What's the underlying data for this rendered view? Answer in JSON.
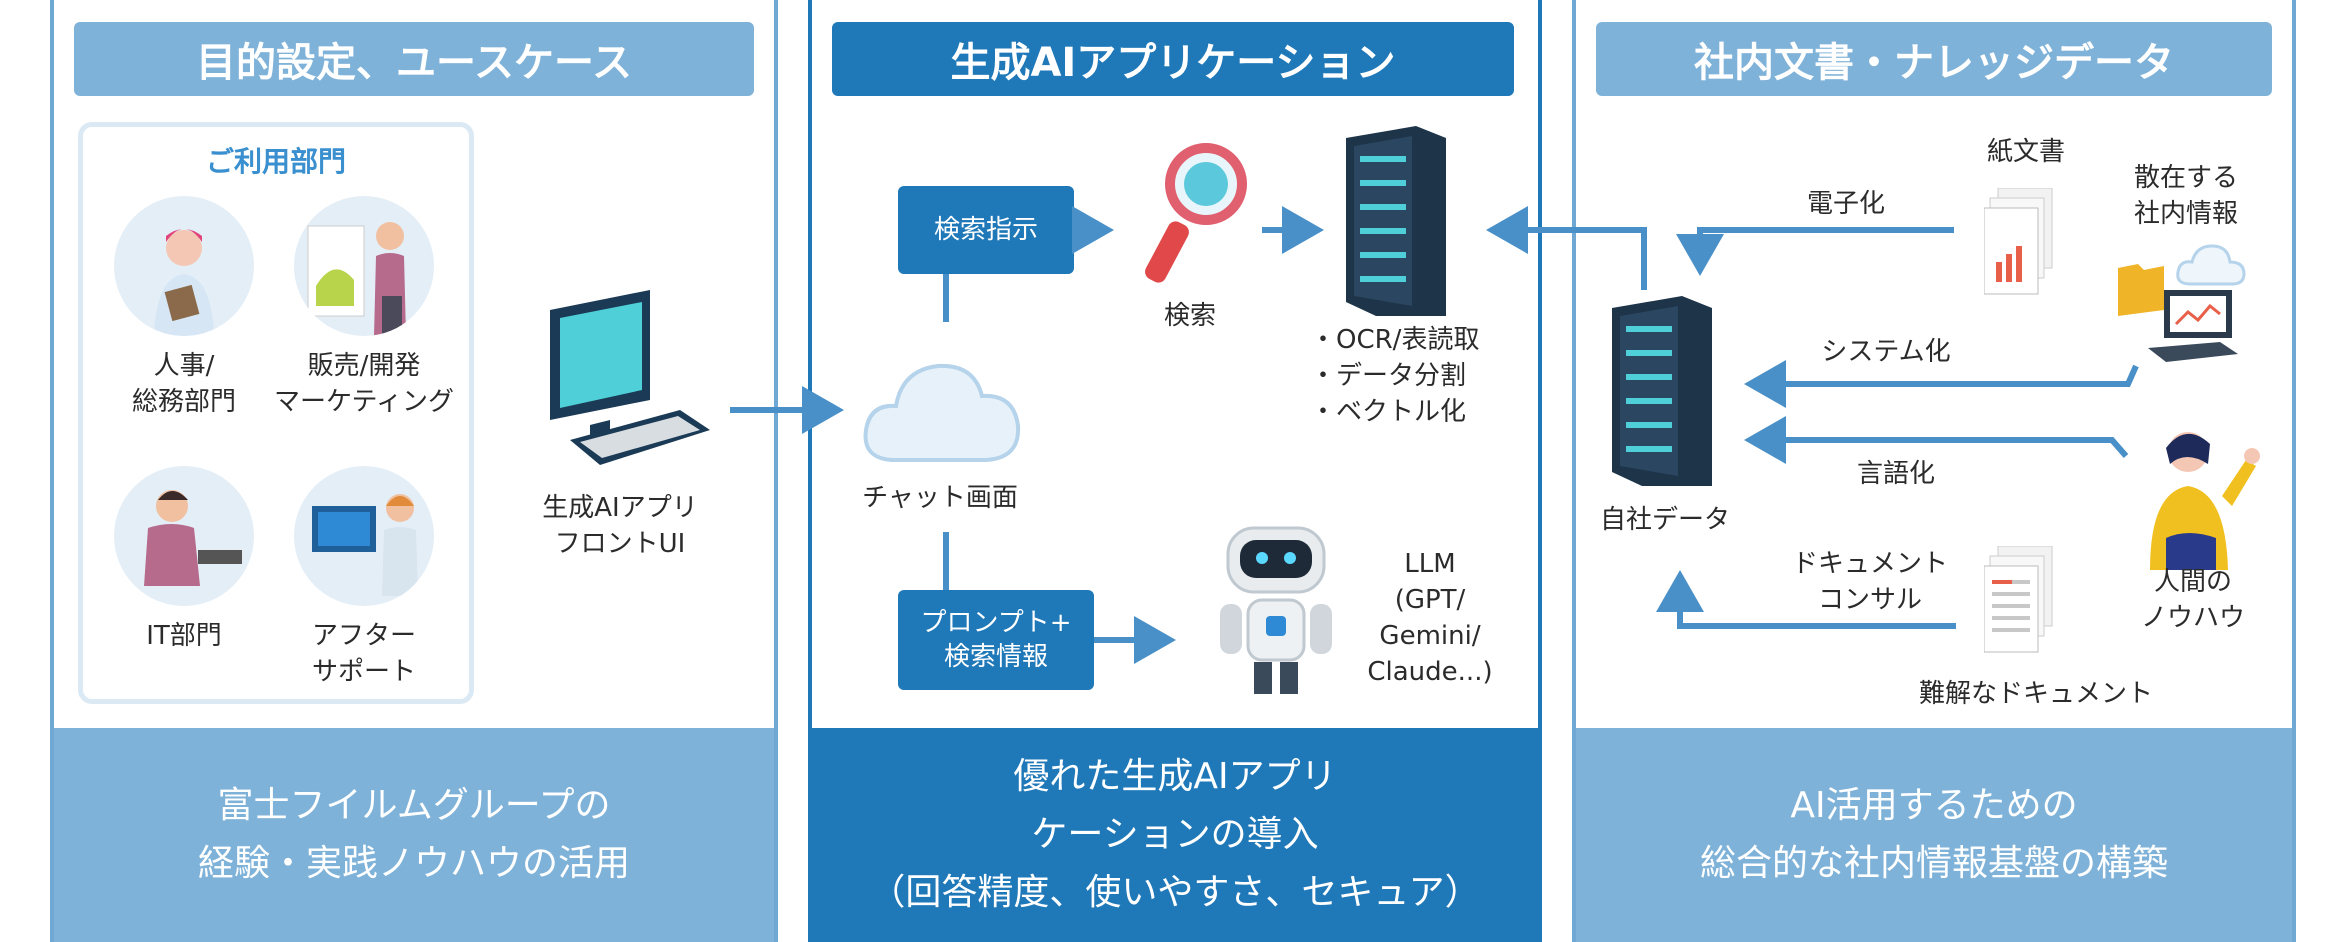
{
  "panels": [
    {
      "title": "目的設定、ユースケース",
      "footer_line1": "富士フイルムグループの",
      "footer_line2": "経験・実践ノウハウの活用"
    },
    {
      "title": "生成AIアプリケーション",
      "footer_line1": "優れた生成AIアプリ",
      "footer_line2": "ケーションの導入",
      "footer_line3": "（回答精度、使いやすさ、セキュア）"
    },
    {
      "title": "社内文書・ナレッジデータ",
      "footer_line1": "AI活用するための",
      "footer_line2": "総合的な社内情報基盤の構築"
    }
  ],
  "departments": {
    "heading": "ご利用部門",
    "items": [
      {
        "line1": "人事/",
        "line2": "総務部門"
      },
      {
        "line1": "販売/開発",
        "line2": "マーケティング"
      },
      {
        "line1": "IT部門",
        "line2": ""
      },
      {
        "line1": "アフター",
        "line2": "サポート"
      }
    ]
  },
  "frontend": {
    "line1": "生成AIアプリ",
    "line2": "フロントUI"
  },
  "app": {
    "search_instruction": "検索指示",
    "search": "検索",
    "chat": "チャット画面",
    "prompt_line1": "プロンプト+",
    "prompt_line2": "検索情報",
    "server_notes": [
      "・OCR/表読取",
      "・データ分割",
      "・ベクトル化"
    ],
    "llm_lines": [
      "LLM",
      "(GPT/",
      "Gemini/",
      "Claude...)"
    ]
  },
  "knowledge": {
    "own_data": "自社データ",
    "digitize": "電子化",
    "paper_docs": "紙文書",
    "scattered_line1": "散在する",
    "scattered_line2": "社内情報",
    "systemize": "システム化",
    "verbalize": "言語化",
    "human_line1": "人間の",
    "human_line2": "ノウハウ",
    "doc_consult_line1": "ドキュメント",
    "doc_consult_line2": "コンサル",
    "difficult_docs": "難解なドキュメント"
  },
  "colors": {
    "dark_blue": "#1f78b8",
    "light_blue": "#7fb2d8",
    "arrow": "#4a90c8"
  },
  "icons": [
    "computer-icon",
    "cloud-icon",
    "magnifier-icon",
    "server-icon",
    "robot-icon",
    "document-icon",
    "folder-icon",
    "laptop-icon",
    "person-icon"
  ]
}
